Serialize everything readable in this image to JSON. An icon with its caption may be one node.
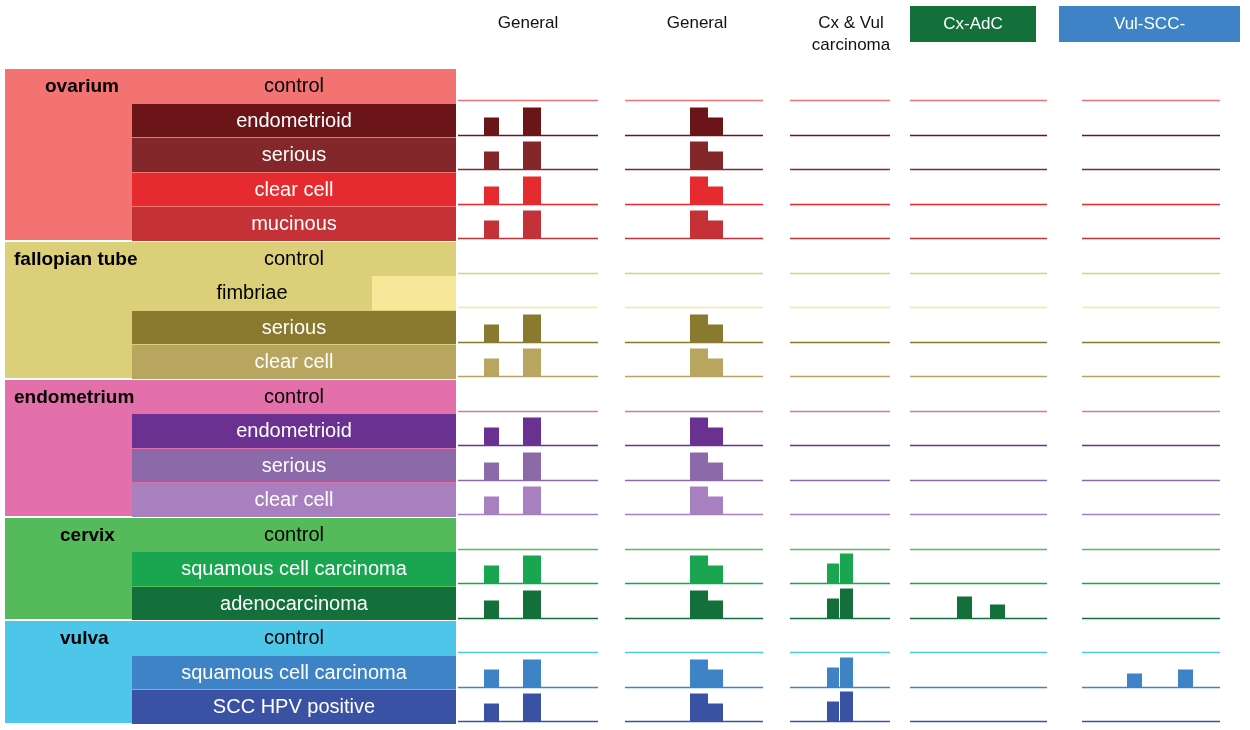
{
  "diagram": {
    "nodes": [
      {
        "text": [
          "Cx-AdC"
        ]
      },
      {
        "text": [
          "Vul-SCC-"
        ]
      },
      {
        "text": [
          "ovarium"
        ]
      },
      {
        "text": [
          "control"
        ],
        "in": 2
      },
      {
        "text": [
          "endometrioid"
        ],
        "in": 2
      },
      {
        "text": [
          "serious"
        ],
        "in": 2
      },
      {
        "text": [
          "clear cell"
        ],
        "in": 2
      },
      {
        "text": [
          "mucinous"
        ],
        "in": 2
      },
      {
        "text": [
          "fallopian tube"
        ]
      },
      {
        "text": [
          "control"
        ],
        "in": 8
      },
      {
        "text": [
          "fimbriae"
        ],
        "in": 8
      },
      {
        "text": [
          "serious"
        ],
        "in": 8
      },
      {
        "text": [
          "clear cell"
        ],
        "in": 8
      },
      {
        "text": [
          "endometrium"
        ]
      },
      {
        "text": [
          "control"
        ],
        "in": 13
      },
      {
        "text": [
          "endometrioid"
        ],
        "in": 13
      },
      {
        "text": [
          "serious"
        ],
        "in": 13
      },
      {
        "text": [
          "clear cell"
        ],
        "in": 13
      },
      {
        "text": [
          "cervix"
        ]
      },
      {
        "text": [
          "control"
        ],
        "in": 18
      },
      {
        "text": [
          "squamous cell carcinoma"
        ],
        "in": 18
      },
      {
        "text": [
          "adenocarcinoma"
        ],
        "in": 18
      },
      {
        "text": [
          "vulva"
        ]
      },
      {
        "text": [
          "control"
        ],
        "in": 22
      },
      {
        "text": [
          "squamous cell carcinoma"
        ],
        "in": 22
      },
      {
        "text": [
          "SCC HPV positive"
        ],
        "in": 22
      },
      {
        "text": [],
        "shape": "box",
        "in": 8
      }
    ],
    "labels": [
      "General",
      "General",
      "Cx & Vul carcinoma"
    ]
  }
}
